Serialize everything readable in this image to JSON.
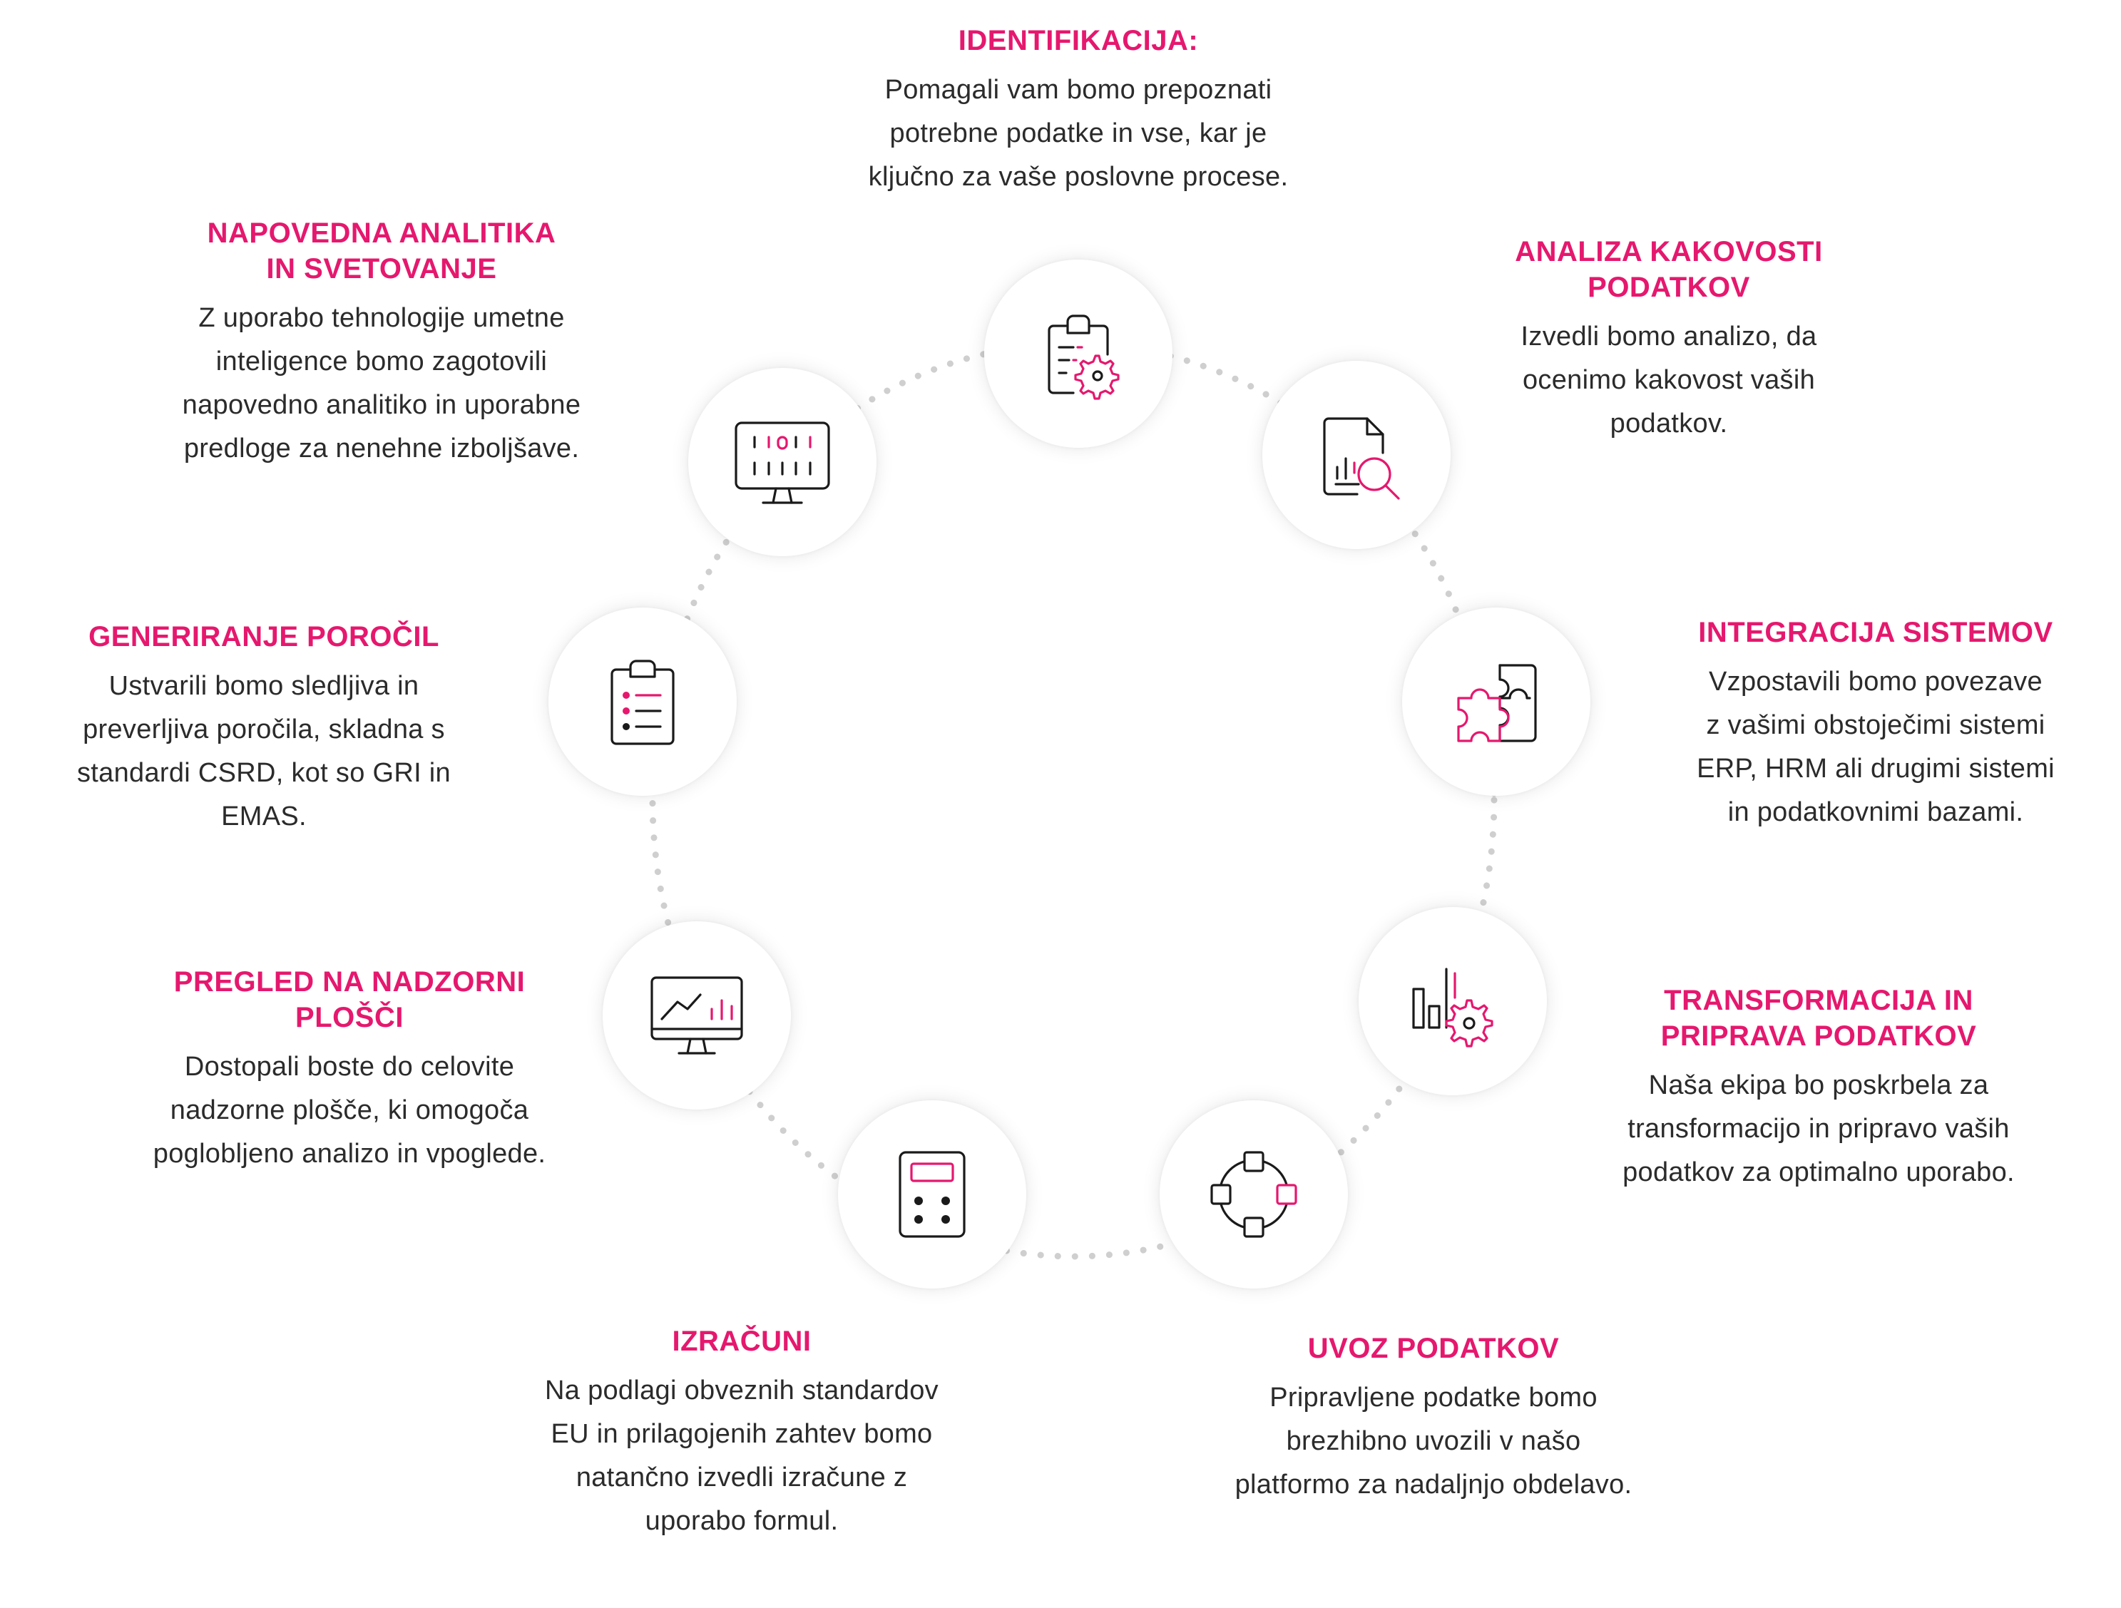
{
  "colors": {
    "accent": "#e5186e",
    "icon_stroke": "#1a1a1a",
    "connector_dots": "#cfcfcf",
    "text": "#2b2b2b"
  },
  "steps": [
    {
      "id": "identifikacija",
      "icon": "clipboard-gear-icon",
      "title": "IDENTIFIKACIJA:",
      "desc": "Pomagali vam bomo prepoznati\npotrebne podatke in vse, kar je\nključno za vaše poslovne procese."
    },
    {
      "id": "analiza",
      "icon": "document-search-icon",
      "title": "ANALIZA KAKOVOSTI\nPODATKOV",
      "desc": "Izvedli bomo analizo, da\nocenimo kakovost vaših\npodatkov."
    },
    {
      "id": "integracija",
      "icon": "puzzle-icon",
      "title": "INTEGRACIJA SISTEMOV",
      "desc": "Vzpostavili bomo povezave\nz vašimi obstoječimi sistemi\nERP, HRM ali drugimi sistemi\nin podatkovnimi bazami."
    },
    {
      "id": "transformacija",
      "icon": "bar-chart-gear-icon",
      "title": "TRANSFORMACIJA IN\nPRIPRAVA PODATKOV",
      "desc": "Naša ekipa bo poskrbela za\ntransformacijo in pripravo vaših\npodatkov za optimalno uporabo."
    },
    {
      "id": "uvoz",
      "icon": "network-nodes-icon",
      "title": "UVOZ PODATKOV",
      "desc": "Pripravljene podatke bomo\nbrezhibno uvozili v našo\nplatformo za nadaljnjo obdelavo."
    },
    {
      "id": "izracuni",
      "icon": "calculator-icon",
      "title": "IZRAČUNI",
      "desc": "Na podlagi obveznih standardov\nEU in prilagojenih zahtev bomo\nnatančno izvedli izračune z\nuporabo formul."
    },
    {
      "id": "pregled",
      "icon": "dashboard-monitor-icon",
      "title": "PREGLED NA NADZORNI\nPLOŠČI",
      "desc": "Dostopali boste do celovite\nnadzorne plošče, ki omogoča\npoglobljeno analizo in vpoglede."
    },
    {
      "id": "generiranje",
      "icon": "report-clipboard-icon",
      "title": "GENERIRANJE POROČIL",
      "desc": "Ustvarili bomo sledljiva in\npreverljiva poročila, skladna s\nstandardi CSRD, kot so GRI in\nEMAS."
    },
    {
      "id": "napovedna",
      "icon": "analytics-monitor-icon",
      "title": "NAPOVEDNA ANALITIKA\nIN SVETOVANJE",
      "desc": "Z uporabo tehnologije umetne\ninteligence bomo zagotovili\nnapovedno analitiko in uporabne\npredloge za nenehne izboljšave."
    }
  ]
}
